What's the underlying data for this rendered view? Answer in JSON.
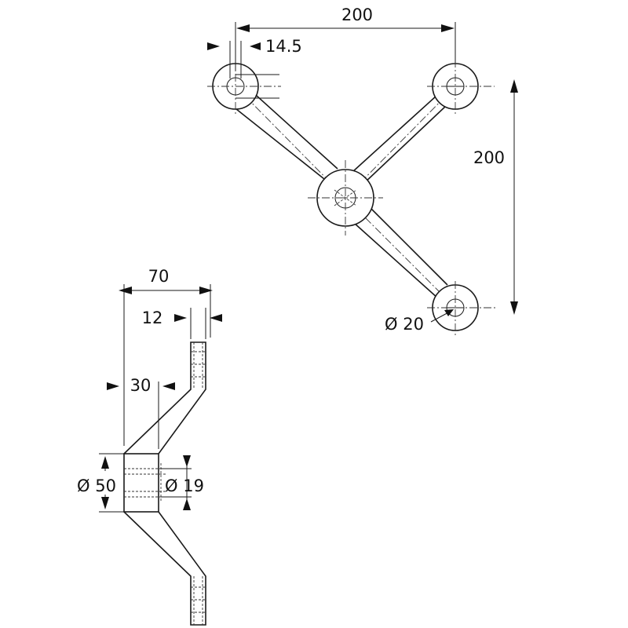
{
  "dimensions": {
    "top_width": "200",
    "hole_offset": "14.5",
    "right_height": "200",
    "hole_diameter": "Ø 20",
    "side_width": "70",
    "tip_width": "12",
    "hub_offset": "30",
    "hub_diameter": "Ø 50",
    "bore_diameter": "Ø 19"
  }
}
